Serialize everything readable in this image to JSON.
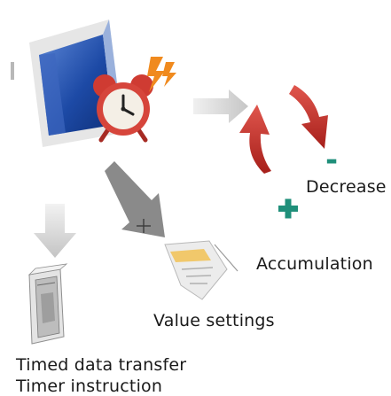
{
  "labels": {
    "decrease": "Decrease",
    "accumulation": "Accumulation",
    "value_settings": "Value settings",
    "timed_data_transfer": "Timed data transfer",
    "timer_instruction": "Timer instruction"
  },
  "symbols": {
    "minus": "-",
    "plus": "+"
  },
  "icons": {
    "window": "window-icon",
    "alarm_clock": "alarm-clock-icon",
    "lightning": "lightning-icon",
    "document": "document-icon",
    "device": "controller-module-icon"
  },
  "colors": {
    "red_arrow": "#c0322b",
    "green_symbol": "#1f8f7a",
    "gray_arrow": "#c8c8c8",
    "dark_arrow": "#8a8a8a",
    "window_blue": "#1d4aa6",
    "lightning_orange": "#f08a1e"
  }
}
